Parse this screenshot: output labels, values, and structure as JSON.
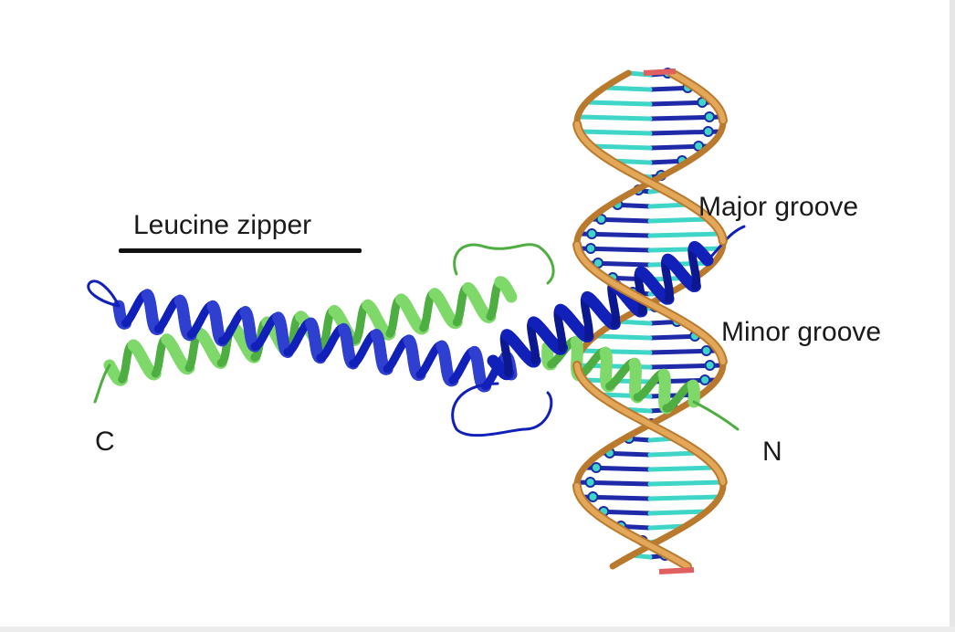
{
  "labels": {
    "leucine_zipper": "Leucine zipper",
    "major_groove": "Major groove",
    "minor_groove": "Minor groove",
    "c_terminus": "C",
    "n_terminus": "N"
  },
  "colors": {
    "chain_a": "#2f3fd0",
    "chain_a_dark": "#1020b8",
    "chain_b": "#7ed86a",
    "chain_b_dark": "#4fae42",
    "dna_backbone": "#e3a75a",
    "dna_backbone_dark": "#b97a2e",
    "base_cyan": "#3fd6c8",
    "base_blue": "#1f2aa8",
    "accent_red": "#e06060"
  },
  "icons": {
    "structure": "protein-dna-complex-ribbon"
  }
}
